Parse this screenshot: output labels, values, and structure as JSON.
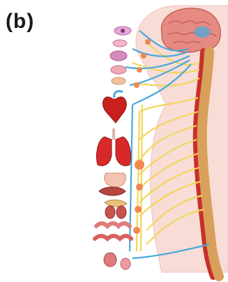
{
  "panel": {
    "label": "(b)"
  },
  "colors": {
    "body": "#f8dcd6",
    "brain": "#e58b83",
    "spine": "#d9a05b",
    "spine_red": "#c7302a",
    "nerve_yellow": "#f2d65c",
    "nerve_blue": "#4aa8dc",
    "heart": "#c8201c",
    "lungs": "#d8292a",
    "organ_pink": "#e88a8a",
    "ganglion": "#f0884f"
  },
  "organs": [
    {
      "name": "eye",
      "icon": "eye-icon"
    },
    {
      "name": "lacrimal-gland",
      "icon": "gland-icon"
    },
    {
      "name": "nasal-mucosa",
      "icon": "nasal-icon"
    },
    {
      "name": "salivary-gland",
      "icon": "gland-icon"
    },
    {
      "name": "heart",
      "icon": "heart-icon"
    },
    {
      "name": "lungs",
      "icon": "lungs-icon"
    },
    {
      "name": "stomach",
      "icon": "stomach-icon"
    },
    {
      "name": "liver",
      "icon": "liver-icon"
    },
    {
      "name": "pancreas",
      "icon": "pancreas-icon"
    },
    {
      "name": "kidney",
      "icon": "kidney-icon"
    },
    {
      "name": "intestine",
      "icon": "intestine-icon"
    },
    {
      "name": "bladder",
      "icon": "bladder-icon"
    },
    {
      "name": "genitals",
      "icon": "genitals-icon"
    }
  ]
}
